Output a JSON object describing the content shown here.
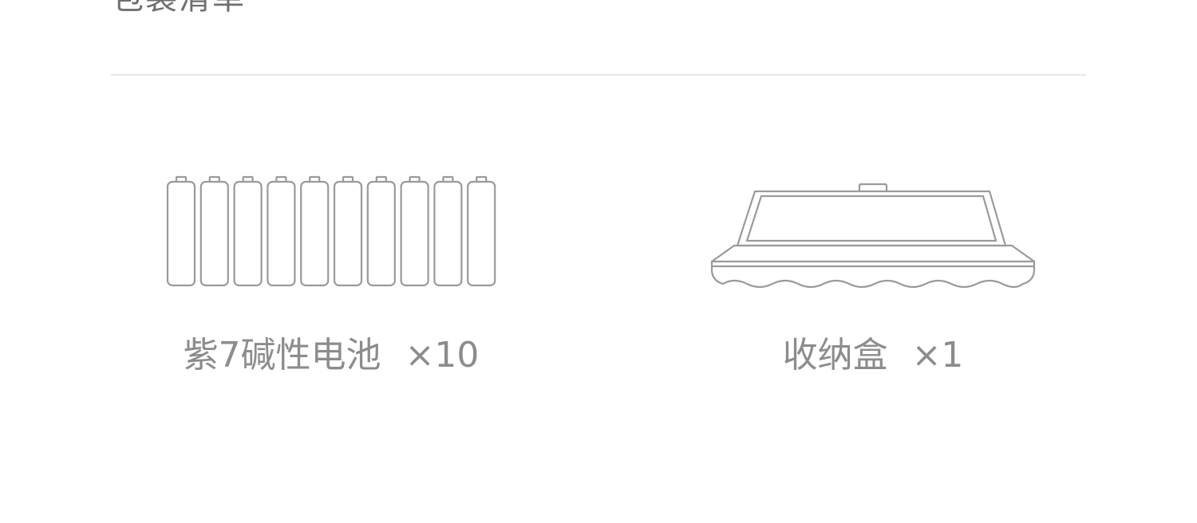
{
  "section": {
    "title": "包装清单"
  },
  "colors": {
    "title_text": "#6f6f6f",
    "caption_text": "#8c8c8c",
    "divider": "#e6e6e6",
    "illustration_stroke": "#9a9a9a",
    "background": "#ffffff"
  },
  "items": [
    {
      "name": "紫7碱性电池",
      "quantity": "×10",
      "icon": "aaa-battery-icon",
      "icon_count": 10
    },
    {
      "name": "收纳盒",
      "quantity": "×1",
      "icon": "storage-box-icon"
    }
  ]
}
